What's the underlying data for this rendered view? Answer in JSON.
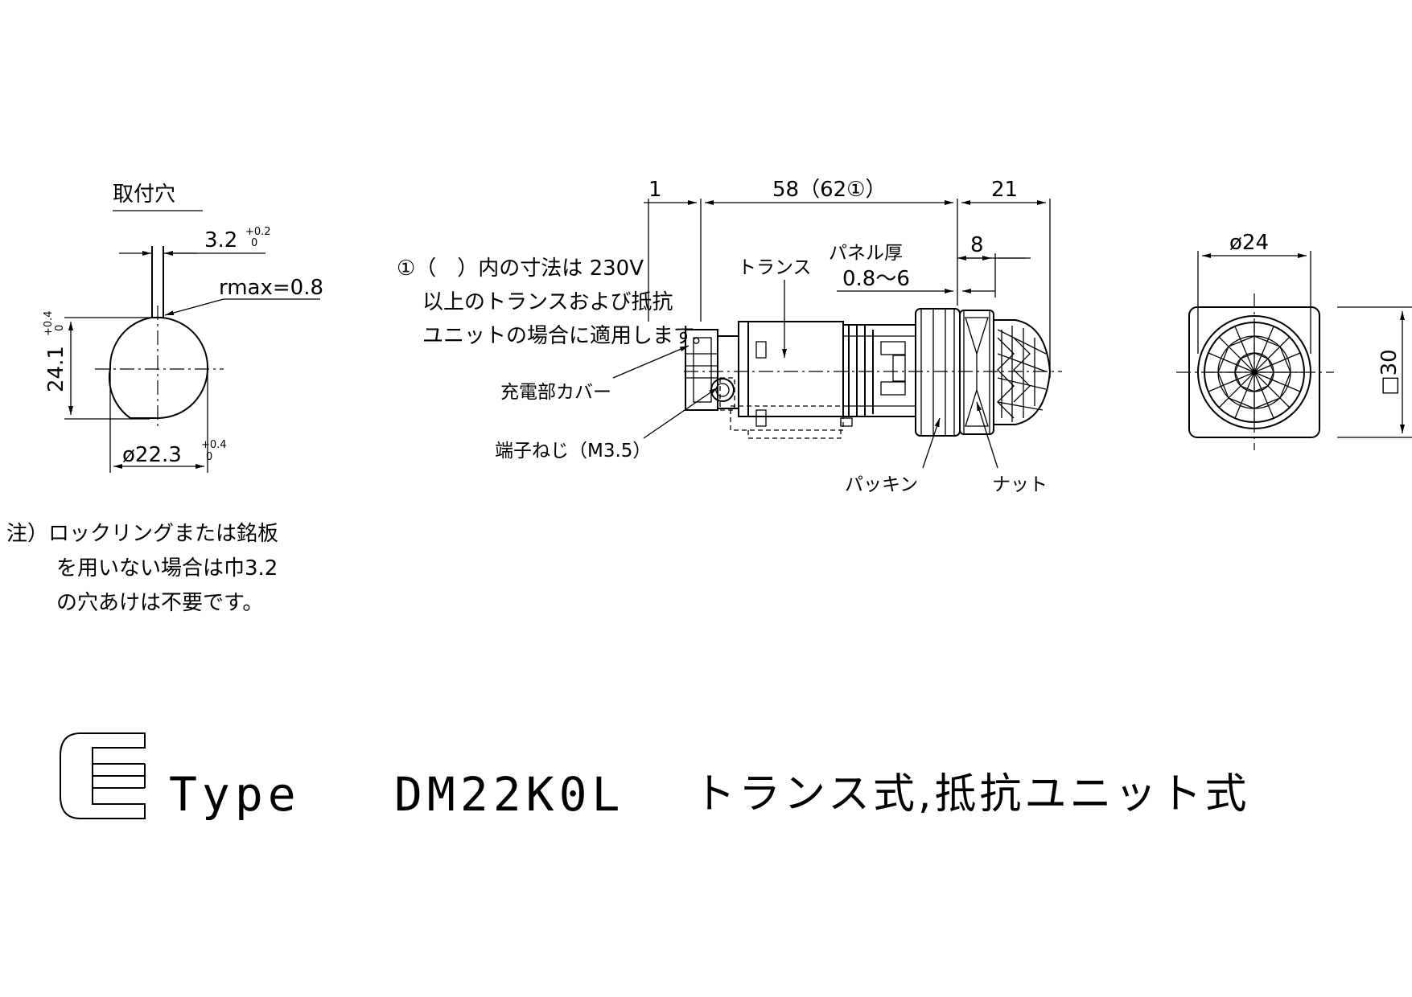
{
  "mounting_hole": {
    "title": "取付穴",
    "slot_width": "3.2",
    "slot_tol_upper": "+0.2",
    "slot_tol_lower": "0",
    "corner_radius": "rmax=0.8",
    "height": "24.1",
    "height_tol_upper": "+0.4",
    "height_tol_lower": "0",
    "diameter": "ø22.3",
    "diameter_tol_upper": "+0.4",
    "diameter_tol_lower": "0"
  },
  "note": {
    "lines": [
      "注）ロックリングまたは銘板",
      "を用いない場合は巾3.2",
      "の穴あけは不要です。"
    ]
  },
  "side_view": {
    "dim_left": "1",
    "dim_body": "58（62①）",
    "dim_head": "21",
    "dim_panel": "8",
    "panel_label": "パネル厚",
    "panel_range": "0.8～6",
    "footnote": [
      "①（　）内の寸法は 230V",
      "以上のトランスおよび抵抗",
      "ユニットの場合に適用します。"
    ],
    "labels": {
      "transformer": "トランス",
      "cover": "充電部カバー",
      "screw": "端子ねじ（M3.5）",
      "packing": "パッキン",
      "nut": "ナット"
    }
  },
  "front_view": {
    "diameter": "ø24",
    "square": "□30"
  },
  "title_block": {
    "type_word": "Type",
    "model": "DM22K0L",
    "description": "トランス式,抵抗ユニット式"
  }
}
